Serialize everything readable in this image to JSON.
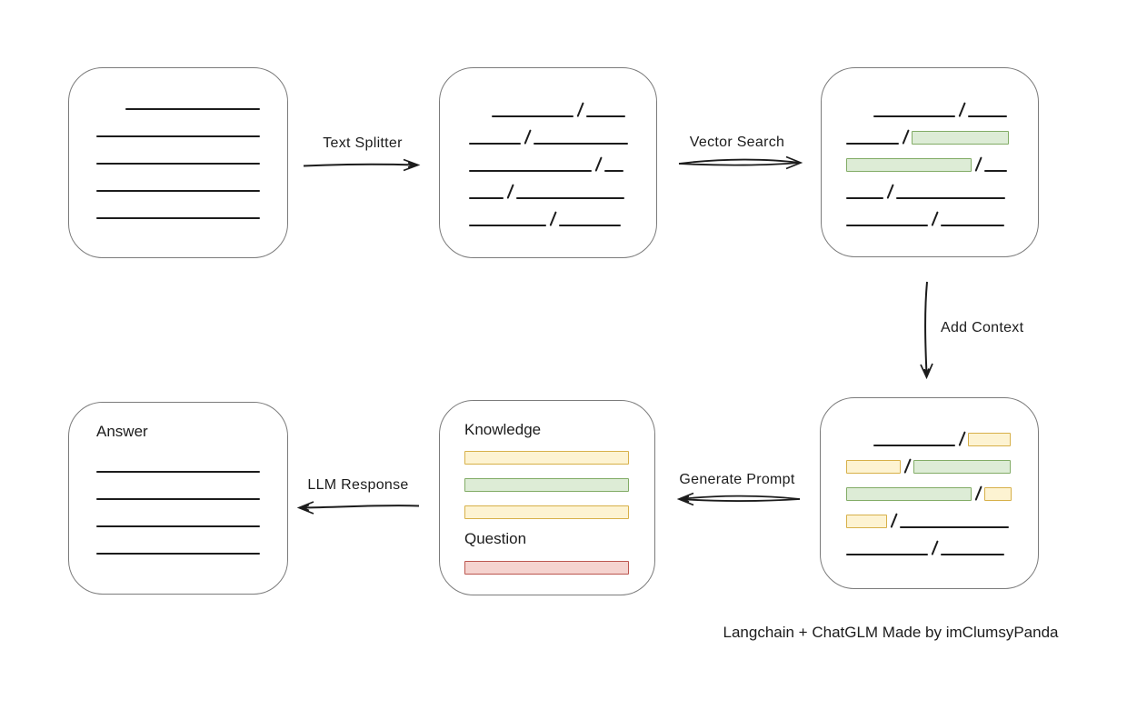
{
  "diagram": {
    "caption": "Langchain + ChatGLM Made by imClumsyPanda",
    "arrows": {
      "text_splitter": {
        "label": "Text Splitter",
        "direction": "right"
      },
      "vector_search": {
        "label": "Vector Search",
        "direction": "right"
      },
      "add_context": {
        "label": "Add Context",
        "direction": "down"
      },
      "generate_prompt": {
        "label": "Generate Prompt",
        "direction": "left"
      },
      "llm_response": {
        "label": "LLM Response",
        "direction": "left"
      }
    },
    "glyphs": {
      "slash": "/"
    },
    "boxes": {
      "document": {
        "description": "source document with plain text lines",
        "rows": [
          [
            {
              "t": "sp",
              "w": 32
            },
            {
              "t": "ln",
              "w": 148
            }
          ],
          [
            {
              "t": "ln",
              "w": 180
            }
          ],
          [
            {
              "t": "ln",
              "w": 180
            }
          ],
          [
            {
              "t": "ln",
              "w": 180
            }
          ],
          [
            {
              "t": "ln",
              "w": 180
            }
          ]
        ]
      },
      "split_text": {
        "description": "document split into chunks by slashes",
        "rows": [
          [
            {
              "t": "sp",
              "w": 25
            },
            {
              "t": "ln",
              "w": 90
            },
            {
              "t": "sl"
            },
            {
              "t": "ln",
              "w": 43
            }
          ],
          [
            {
              "t": "ln",
              "w": 57
            },
            {
              "t": "sl"
            },
            {
              "t": "ln",
              "w": 104
            }
          ],
          [
            {
              "t": "ln",
              "w": 135
            },
            {
              "t": "sl"
            },
            {
              "t": "ln",
              "w": 21
            }
          ],
          [
            {
              "t": "ln",
              "w": 38
            },
            {
              "t": "sl"
            },
            {
              "t": "ln",
              "w": 119
            }
          ],
          [
            {
              "t": "ln",
              "w": 85
            },
            {
              "t": "sl"
            },
            {
              "t": "ln",
              "w": 68
            }
          ]
        ]
      },
      "vector_matches": {
        "description": "chunks with vector-matched segments highlighted green",
        "rows": [
          [
            {
              "t": "sp",
              "w": 30
            },
            {
              "t": "ln",
              "w": 90
            },
            {
              "t": "sl"
            },
            {
              "t": "ln",
              "w": 43
            }
          ],
          [
            {
              "t": "ln",
              "w": 58
            },
            {
              "t": "sl"
            },
            {
              "t": "green",
              "w": 107
            }
          ],
          [
            {
              "t": "green",
              "w": 138
            },
            {
              "t": "sl"
            },
            {
              "t": "ln",
              "w": 25
            }
          ],
          [
            {
              "t": "ln",
              "w": 41
            },
            {
              "t": "sl"
            },
            {
              "t": "ln",
              "w": 120
            }
          ],
          [
            {
              "t": "ln",
              "w": 90
            },
            {
              "t": "sl"
            },
            {
              "t": "ln",
              "w": 70
            }
          ]
        ]
      },
      "context_selection": {
        "description": "chunks with added context highlighted yellow and green",
        "rows": [
          [
            {
              "t": "sp",
              "w": 30
            },
            {
              "t": "ln",
              "w": 90
            },
            {
              "t": "sl"
            },
            {
              "t": "yellow",
              "w": 47
            }
          ],
          [
            {
              "t": "yellow",
              "w": 60
            },
            {
              "t": "sl"
            },
            {
              "t": "green",
              "w": 107
            }
          ],
          [
            {
              "t": "green",
              "w": 138
            },
            {
              "t": "sl"
            },
            {
              "t": "yellow",
              "w": 30
            }
          ],
          [
            {
              "t": "yellow",
              "w": 45
            },
            {
              "t": "sl"
            },
            {
              "t": "ln",
              "w": 120
            }
          ],
          [
            {
              "t": "ln",
              "w": 90
            },
            {
              "t": "sl"
            },
            {
              "t": "ln",
              "w": 70
            }
          ]
        ]
      },
      "prompt": {
        "knowledge_label": "Knowledge",
        "question_label": "Question",
        "knowledge_bars": [
          "yellow",
          "green",
          "yellow"
        ],
        "question_bars": [
          "red"
        ]
      },
      "answer": {
        "label": "Answer",
        "line_count": 4
      }
    },
    "colors": {
      "line": "#1c1c1c",
      "box_border": "#7b7b7b",
      "green_fill": "#ddecd6",
      "green_stroke": "#82ac66",
      "yellow_fill": "#fdf3d2",
      "yellow_stroke": "#d7b049",
      "red_fill": "#f5d3cf",
      "red_stroke": "#bc564f"
    }
  }
}
